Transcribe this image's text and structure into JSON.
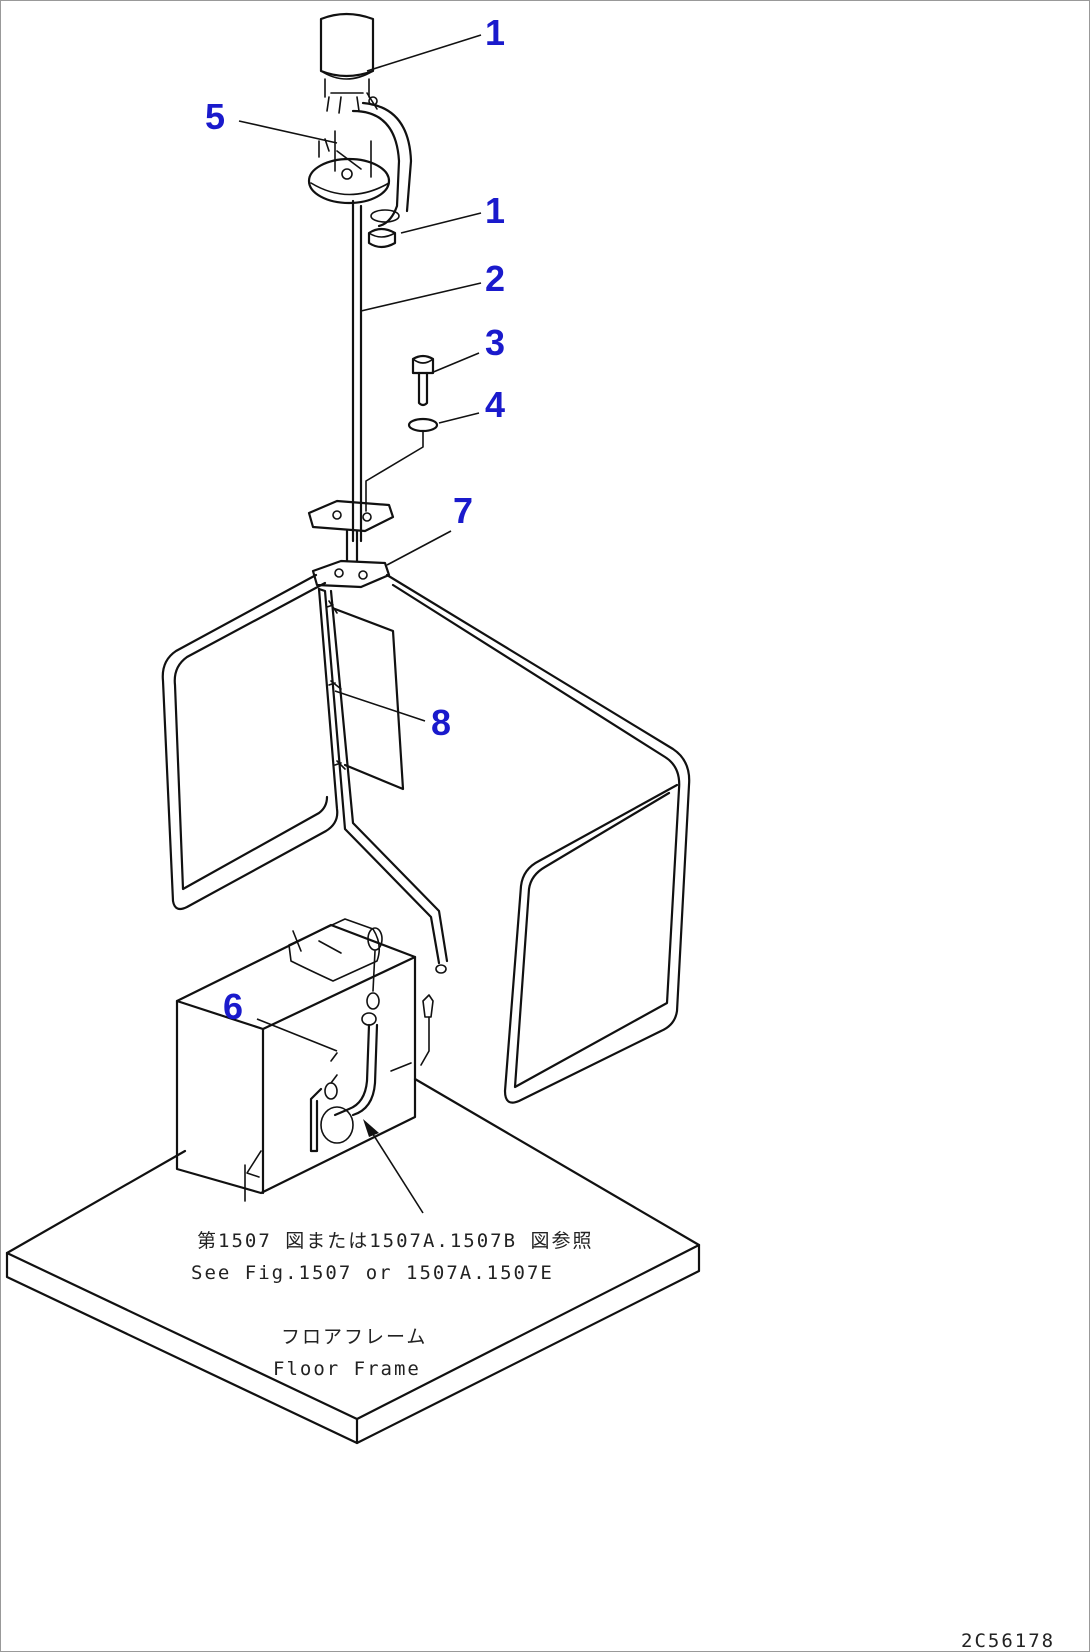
{
  "callouts": {
    "c1_top": "1",
    "c5": "5",
    "c1_nut": "1",
    "c2": "2",
    "c3": "3",
    "c4": "4",
    "c7": "7",
    "c8": "8",
    "c6": "6"
  },
  "notes": {
    "see_fig_jp": "第1507 図または1507A.1507B 図参照",
    "see_fig_en": "See Fig.1507 or 1507A.1507E",
    "floor_frame_jp": "フロアフレーム",
    "floor_frame_en": "Floor Frame"
  },
  "figure_id": "2C56178",
  "colors": {
    "callout": "#1a1acc",
    "line": "#111111"
  }
}
